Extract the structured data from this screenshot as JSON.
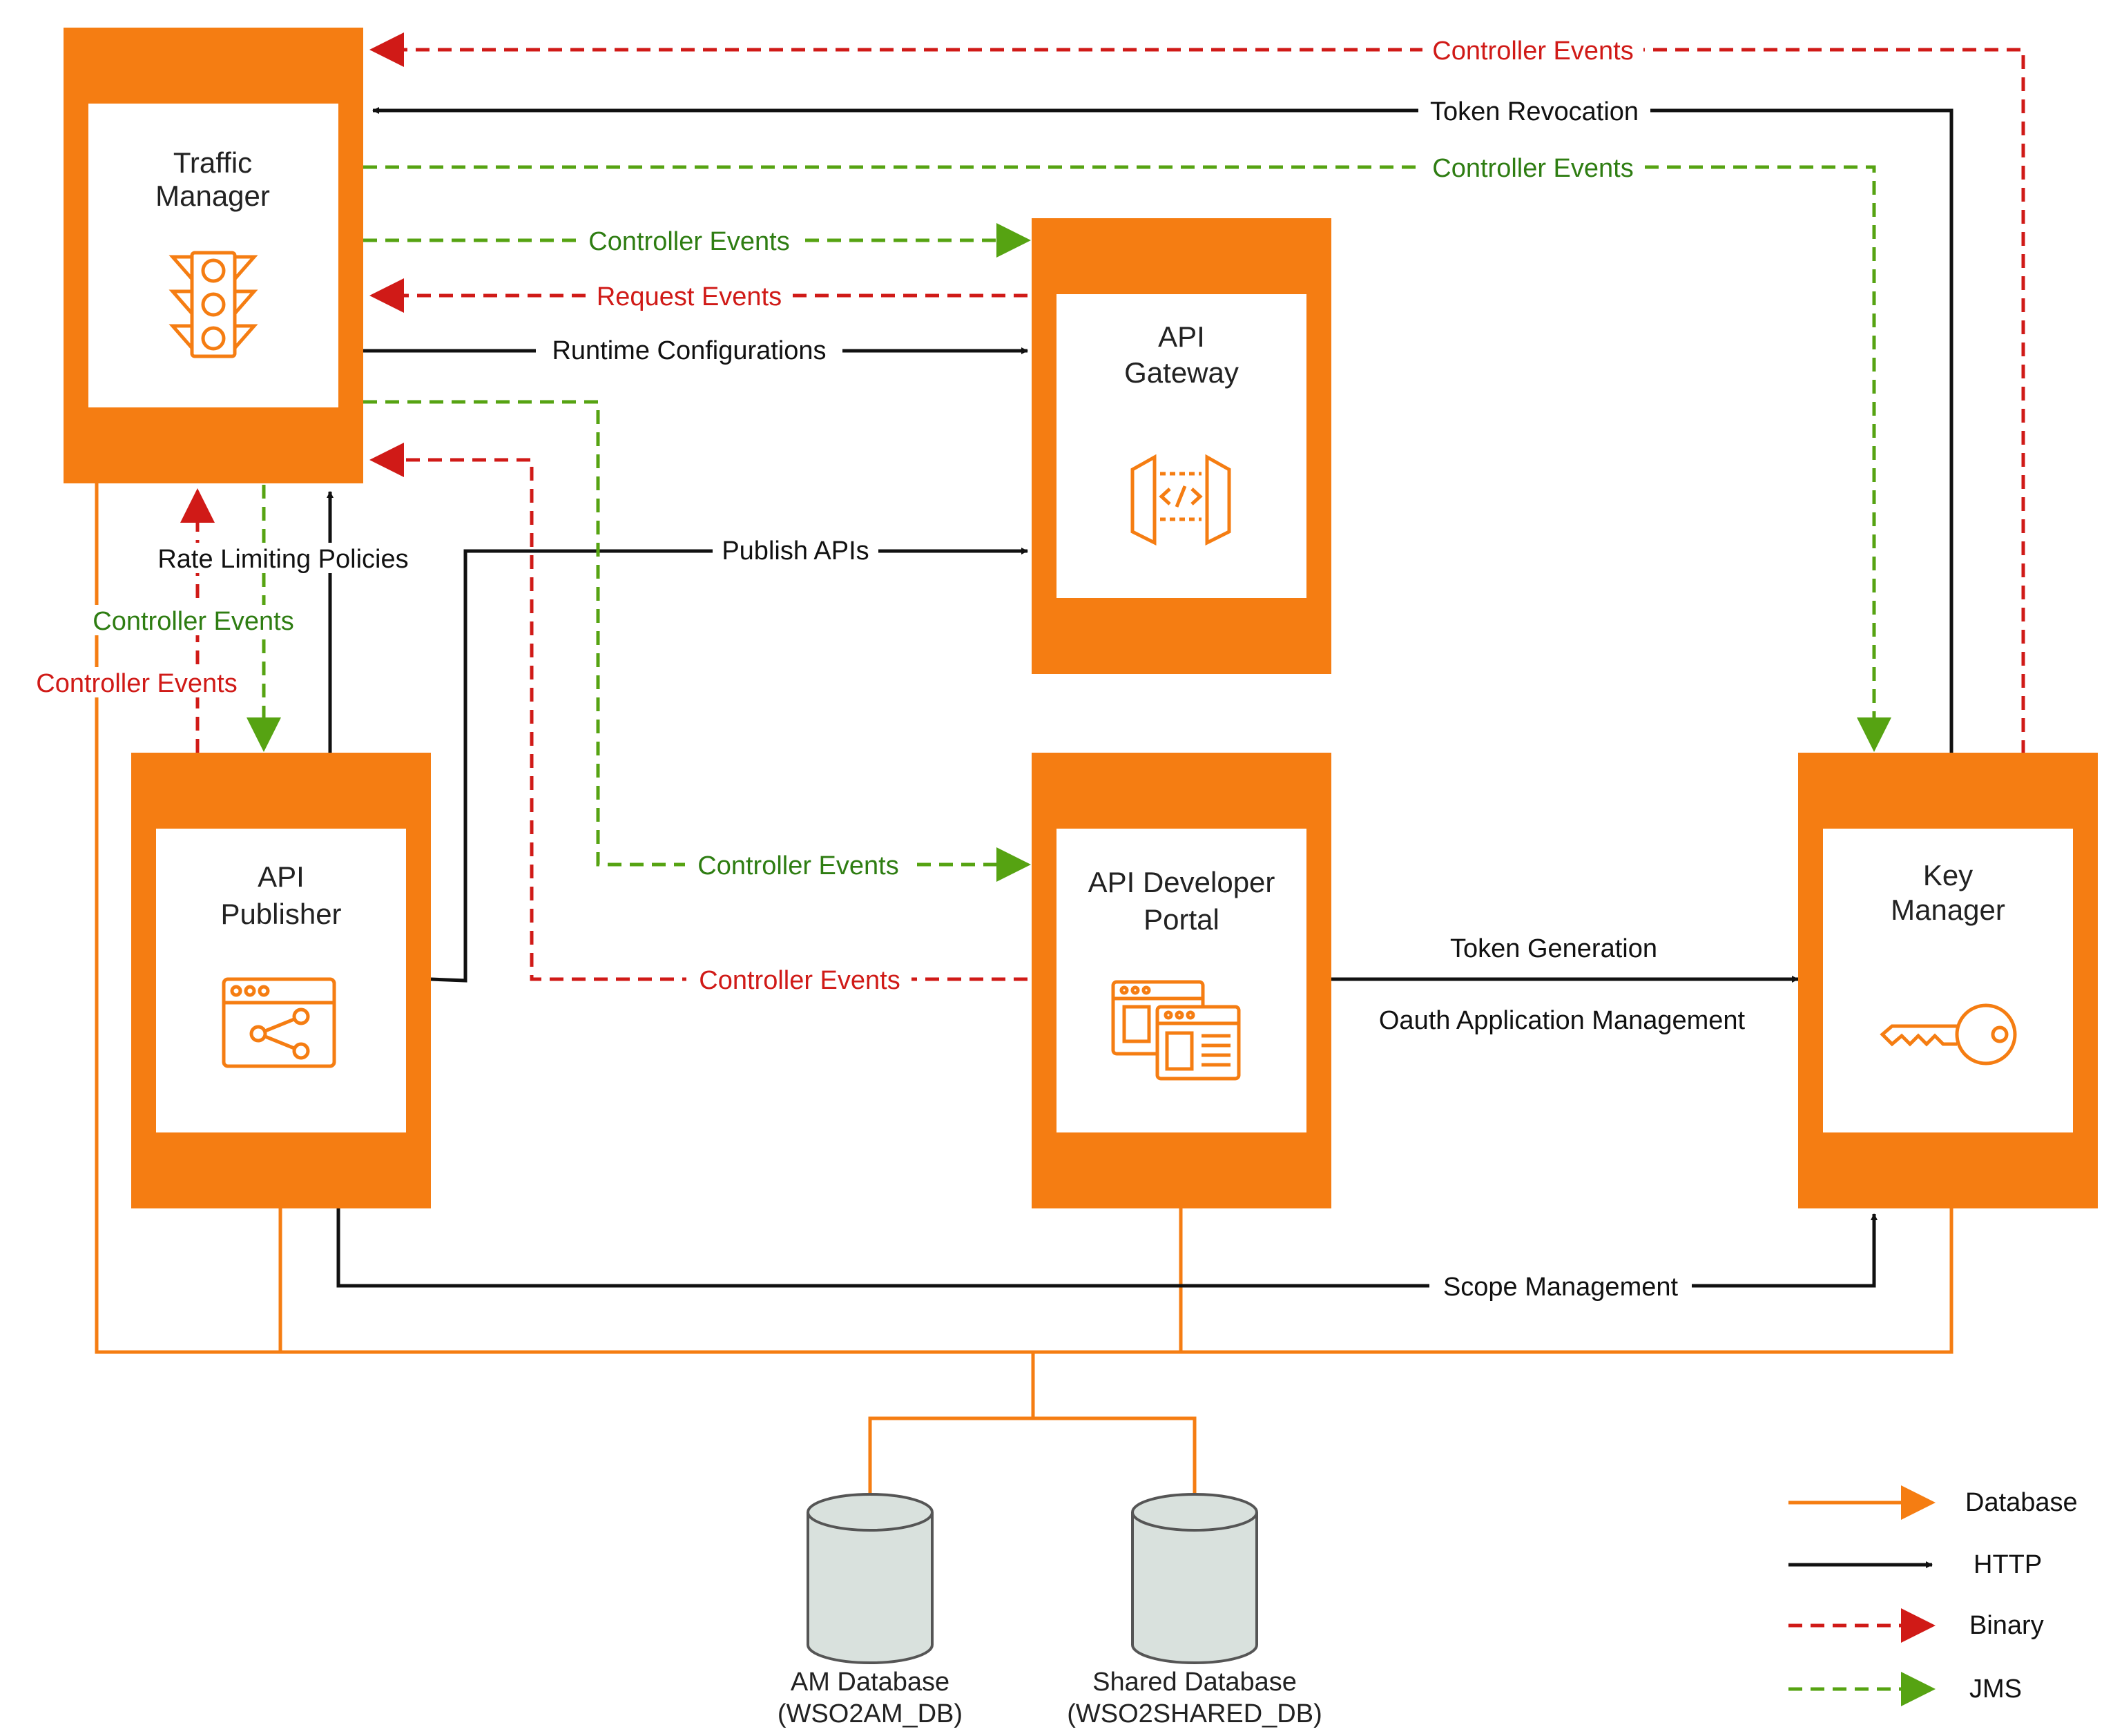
{
  "colors": {
    "orange": "#F57D12",
    "black": "#111111",
    "red": "#D01A17",
    "green": "#56A312",
    "green_text": "#2E7D12",
    "red_text": "#D01A17",
    "db_fill": "#D9E1DD",
    "db_stroke": "#555555"
  },
  "nodes": {
    "traffic_manager": {
      "line1": "Traffic",
      "line2": "Manager",
      "icon": "traffic-light-icon"
    },
    "api_gateway": {
      "line1": "API",
      "line2": "Gateway",
      "icon": "code-gateway-icon"
    },
    "api_publisher": {
      "line1": "API",
      "line2": "Publisher",
      "icon": "browser-share-icon"
    },
    "developer_portal": {
      "line1": "API Developer",
      "line2": "Portal",
      "icon": "browser-windows-icon"
    },
    "key_manager": {
      "line1": "Key",
      "line2": "Manager",
      "icon": "key-icon"
    }
  },
  "databases": {
    "am": {
      "line1": "AM Database",
      "line2": "(WSO2AM_DB)"
    },
    "shared": {
      "line1": "Shared Database",
      "line2": "(WSO2SHARED_DB)"
    }
  },
  "edge_labels": {
    "km_tm_controller_red": "Controller Events",
    "token_revocation": "Token Revocation",
    "tm_km_controller_green": "Controller Events",
    "tm_gw_controller_green": "Controller Events",
    "gw_tm_request_events": "Request Events",
    "runtime_configurations": "Runtime Configurations",
    "publish_apis": "Publish APIs",
    "rate_limiting_policies": "Rate Limiting Policies",
    "pub_controller_green": "Controller Events",
    "pub_controller_red": "Controller Events",
    "tm_portal_controller_green": "Controller Events",
    "portal_tm_controller_red": "Controller Events",
    "token_generation": "Token Generation",
    "oauth_app_mgmt": "Oauth Application Management",
    "scope_management": "Scope Management"
  },
  "legend": [
    {
      "label": "Database",
      "kind": "database"
    },
    {
      "label": "HTTP",
      "kind": "http"
    },
    {
      "label": "Binary",
      "kind": "binary"
    },
    {
      "label": "JMS",
      "kind": "jms"
    }
  ]
}
